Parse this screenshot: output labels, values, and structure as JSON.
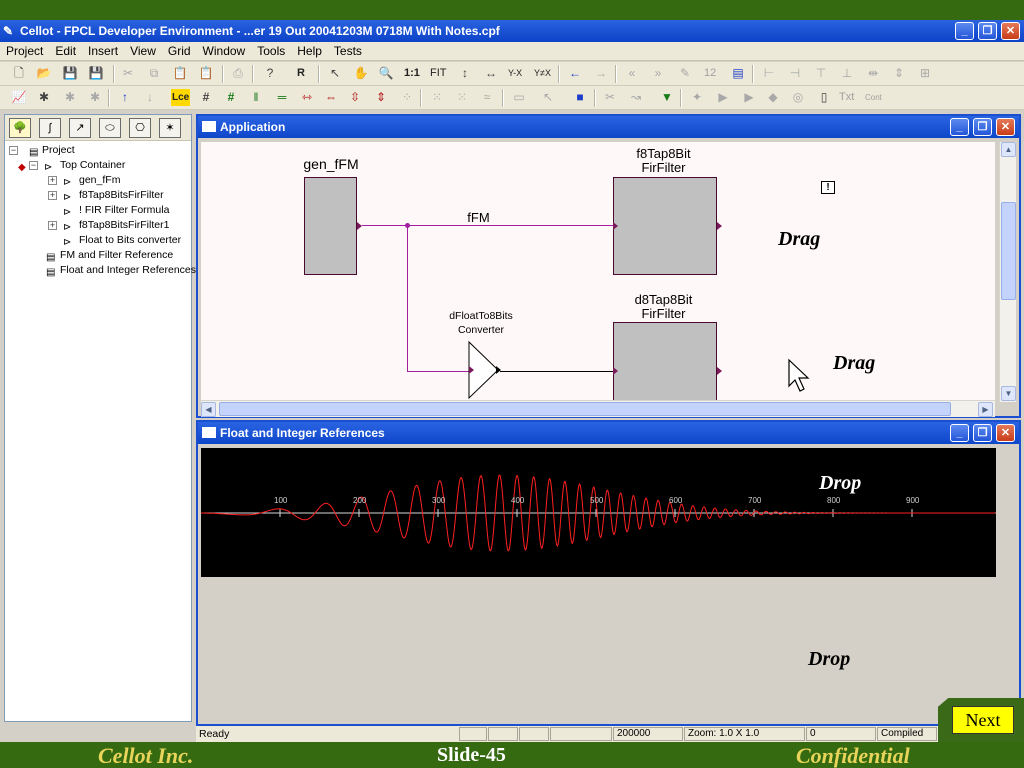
{
  "window": {
    "title": "Cellot - FPCL Developer Environment - ...er 19 Out 20041203M 0718M With Notes.cpf",
    "min_glyph": "_",
    "max_glyph": "❐",
    "close_glyph": "✕"
  },
  "menu": [
    "Project",
    "Edit",
    "Insert",
    "View",
    "Grid",
    "Window",
    "Tools",
    "Help",
    "Tests"
  ],
  "toolbar1": {
    "zoom_1to1": "1:1",
    "zoom_fit": "FIT",
    "ratio_yx": "Y-X",
    "ratio_xy": "Y≠X",
    "page_number": "12",
    "r_label": "R"
  },
  "toolbar2": {
    "label_btn": "Lce",
    "text_btn": "Txt",
    "cont_btn": "Cont"
  },
  "tree": {
    "items": [
      {
        "label": "Project",
        "indent": 0
      },
      {
        "label": "Top Container",
        "indent": 1
      },
      {
        "label": "gen_fFm",
        "indent": 2
      },
      {
        "label": "f8Tap8BitsFirFilter",
        "indent": 2
      },
      {
        "label": "! FIR Filter Formula",
        "indent": 2
      },
      {
        "label": "f8Tap8BitsFirFilter1",
        "indent": 2
      },
      {
        "label": "Float to Bits converter",
        "indent": 2
      },
      {
        "label": "FM and Filter Reference",
        "indent": 1
      },
      {
        "label": "Float and Integer References",
        "indent": 1
      }
    ]
  },
  "app_window": {
    "title": "Application",
    "gen_label": "gen_fFM",
    "f8_label_1": "f8Tap8Bit",
    "f8_label_2": "FirFilter",
    "d8_label_1": "d8Tap8Bit",
    "d8_label_2": "FirFilter",
    "conv_label_1": "dFloatTo8Bits",
    "conv_label_2": "Converter",
    "wire_label": "fFM",
    "marker": "!",
    "drag1": "Drag",
    "drag2": "Drag"
  },
  "refs_window": {
    "title": "Float and Integer References",
    "axis_ticks": [
      "100",
      "200",
      "300",
      "400",
      "500",
      "600",
      "700",
      "800",
      "900"
    ],
    "drop1": "Drop",
    "drop2": "Drop",
    "wave_color": "#ff2020"
  },
  "status": {
    "ready": "Ready",
    "value": "200000",
    "zoom": "Zoom: 1.0 X 1.0",
    "count": "0",
    "state": "Compiled"
  },
  "footer": {
    "company": "Cellot Inc.",
    "slide": "Slide-45",
    "confidential": "Confidential",
    "next": "Next"
  },
  "colors": {
    "title_blue": "#0c43c8",
    "band_green": "#356a10",
    "band_yellow": "#e8d45a"
  }
}
